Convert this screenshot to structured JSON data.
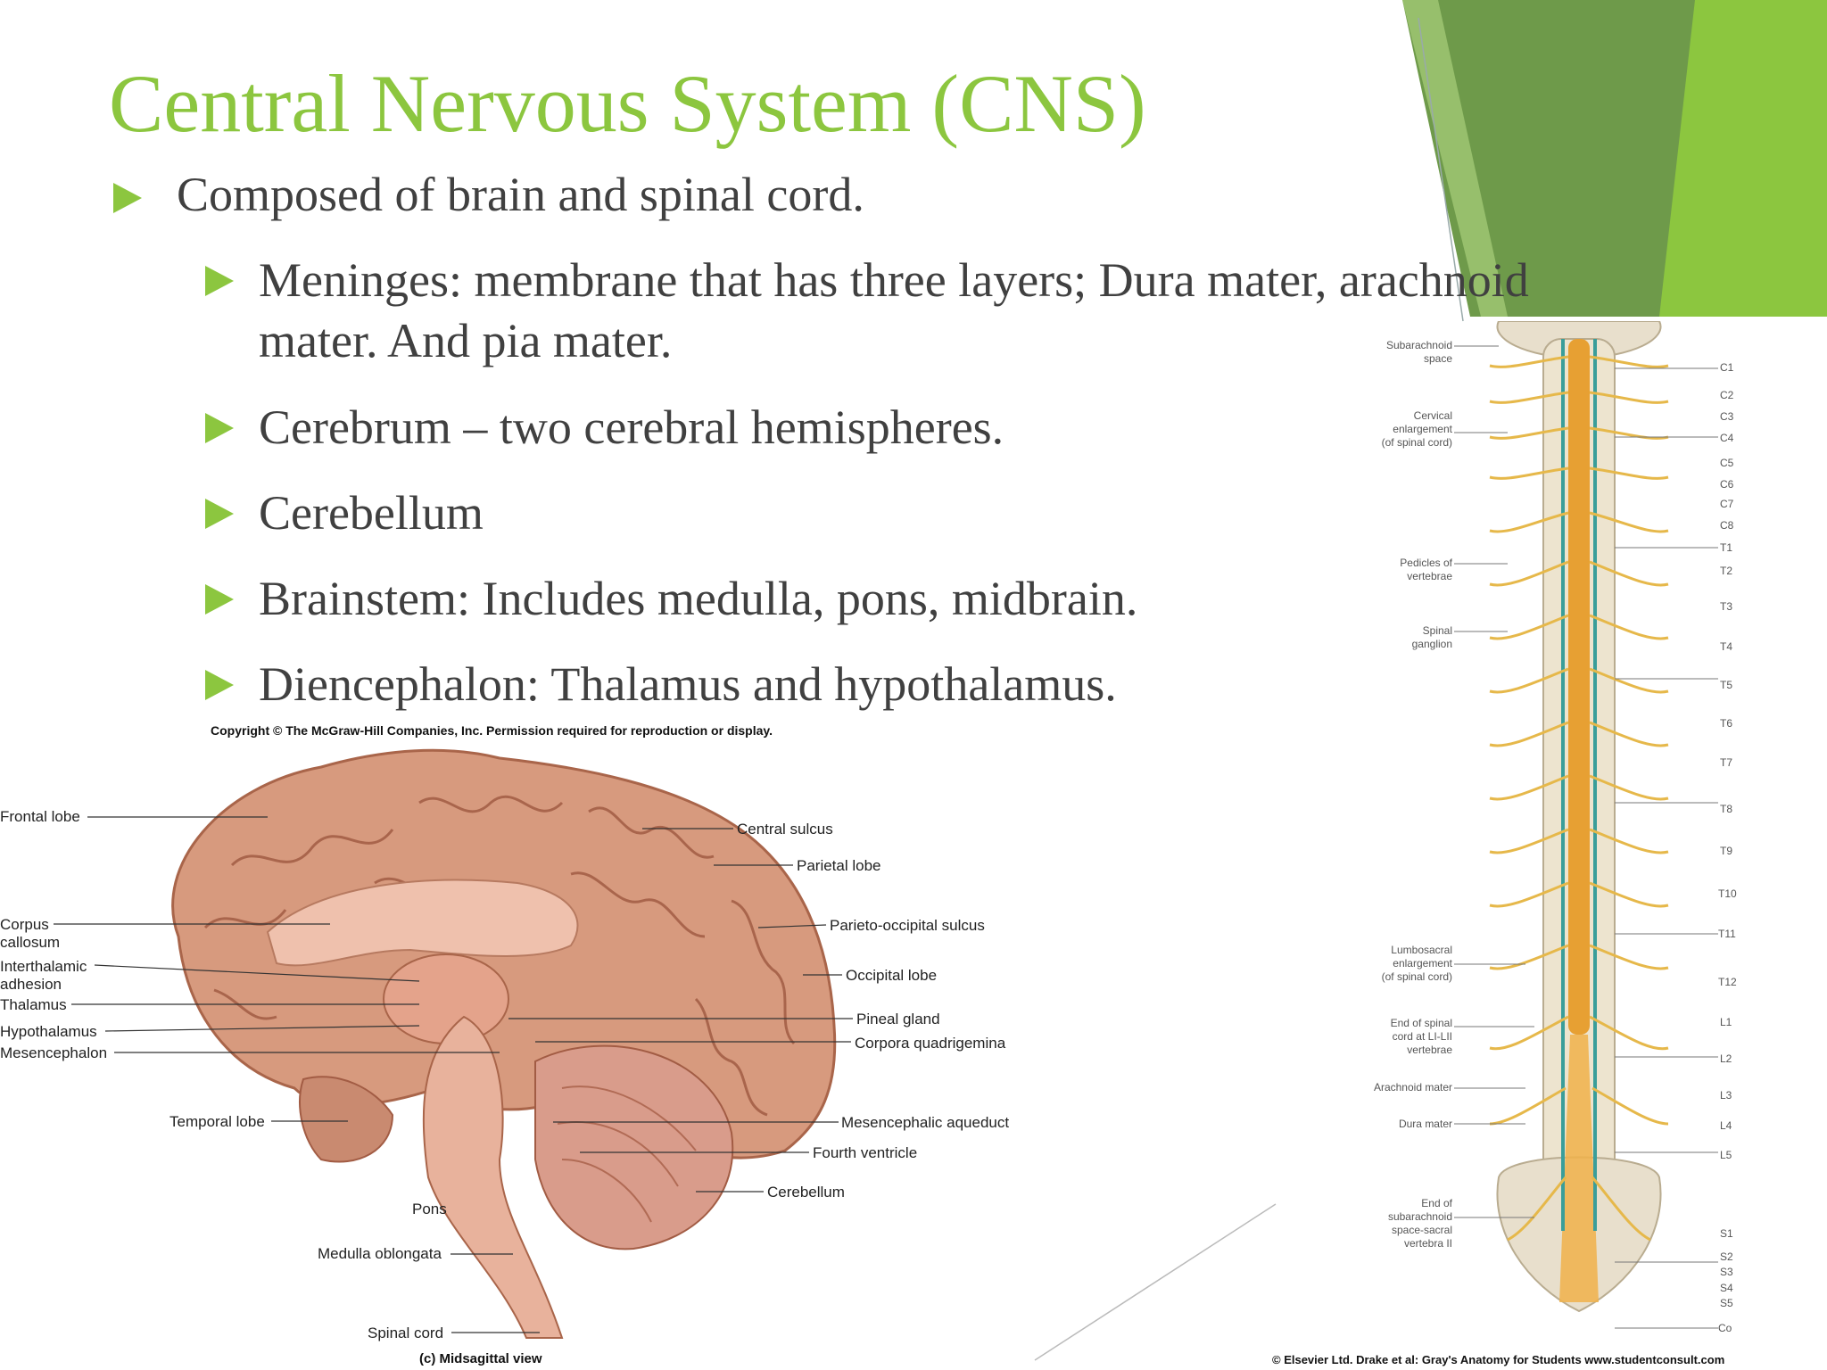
{
  "slide": {
    "title": "Central Nervous System (CNS)",
    "bullets": [
      "Composed of brain and spinal cord.",
      "Meninges: membrane that has three layers; Dura mater, arachnoid mater. And pia mater.",
      "Cerebrum – two cerebral hemispheres.",
      "Cerebellum",
      "Brainstem: Includes medulla, pons, midbrain.",
      "Diencephalon: Thalamus and hypothalamus."
    ],
    "accent_color": "#8cc63f",
    "dark_accent_color": "#6e9a4a"
  },
  "brain_figure": {
    "copyright": "Copyright © The McGraw-Hill Companies, Inc. Permission required for reproduction or display.",
    "caption": "(c) Midsagittal view",
    "labels": {
      "frontal_lobe": "Frontal lobe",
      "corpus_callosum": "Corpus\ncallosum",
      "interthalamic_adhesion": "Interthalamic\nadhesion",
      "thalamus": "Thalamus",
      "hypothalamus": "Hypothalamus",
      "mesencephalon": "Mesencephalon",
      "temporal_lobe": "Temporal lobe",
      "pons": "Pons",
      "medulla_oblongata": "Medulla oblongata",
      "spinal_cord": "Spinal cord",
      "central_sulcus": "Central sulcus",
      "parietal_lobe": "Parietal lobe",
      "parieto_occipital_sulcus": "Parieto-occipital sulcus",
      "occipital_lobe": "Occipital lobe",
      "pineal_gland": "Pineal gland",
      "corpora_quadrigemina": "Corpora quadrigemina",
      "mesencephalic_aqueduct": "Mesencephalic aqueduct",
      "fourth_ventricle": "Fourth ventricle",
      "cerebellum": "Cerebellum"
    }
  },
  "spine_figure": {
    "credit": "© Elsevier Ltd. Drake et al: Gray's Anatomy for Students www.studentconsult.com",
    "left_labels": {
      "subarachnoid_space": "Subarachnoid\nspace",
      "cervical_enlargement": "Cervical\nenlargement\n(of spinal cord)",
      "pedicles": "Pedicles of\nvertebrae",
      "spinal_ganglion": "Spinal\nganglion",
      "lumbosacral_enlargement": "Lumbosacral\nenlargement\n(of spinal cord)",
      "end_of_spinal_cord": "End of spinal\ncord at LI-LII\nvertebrae",
      "arachnoid_mater": "Arachnoid mater",
      "dura_mater": "Dura mater",
      "end_of_subarachnoid": "End of\nsubarachnoid\nspace-sacral\nvertebra II"
    },
    "levels": {
      "c1": "C1",
      "c2": "C2",
      "c3": "C3",
      "c4": "C4",
      "c5": "C5",
      "c6": "C6",
      "c7": "C7",
      "c8": "C8",
      "t1": "T1",
      "t2": "T2",
      "t3": "T3",
      "t4": "T4",
      "t5": "T5",
      "t6": "T6",
      "t7": "T7",
      "t8": "T8",
      "t9": "T9",
      "t10": "T10",
      "t11": "T11",
      "t12": "T12",
      "l1": "L1",
      "l2": "L2",
      "l3": "L3",
      "l4": "L4",
      "l5": "L5",
      "s1": "S1",
      "s2": "S2",
      "s3": "S3",
      "s4": "S4",
      "s5": "S5",
      "co": "Co"
    }
  }
}
